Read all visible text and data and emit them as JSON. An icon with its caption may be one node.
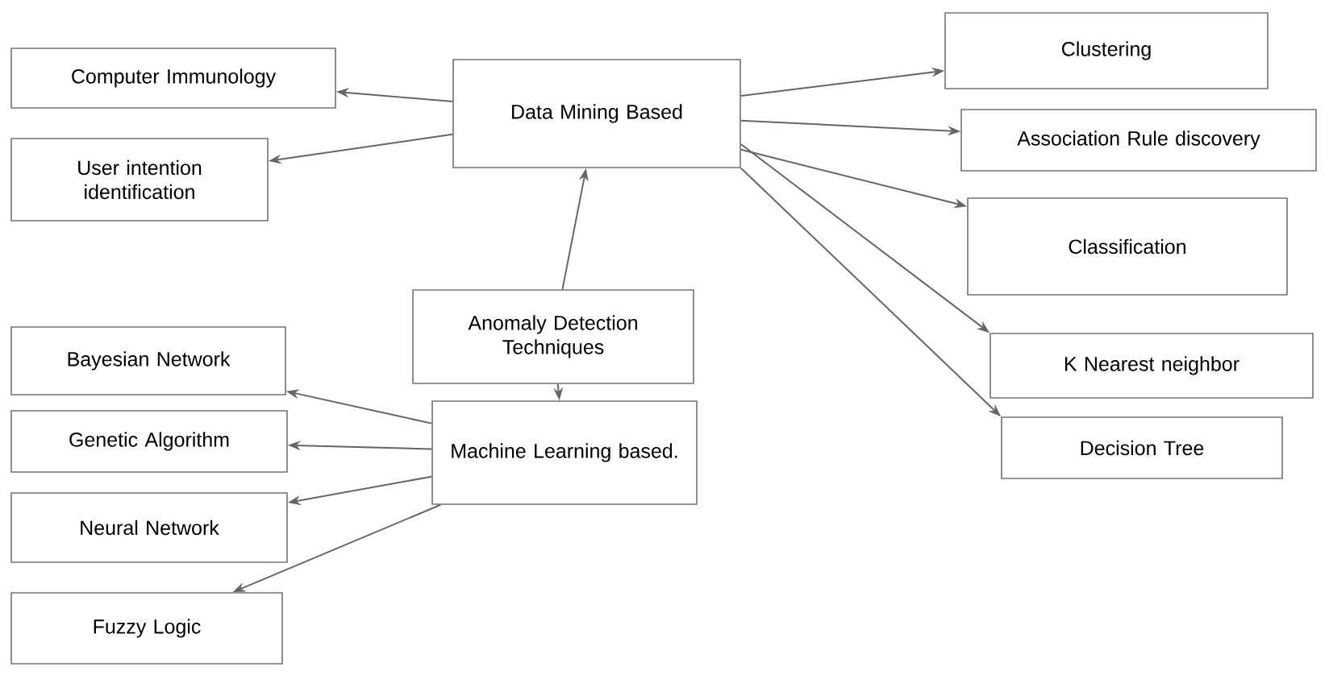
{
  "diagram": {
    "nodes": [
      {
        "text": [
          "Computer Immunology"
        ]
      },
      {
        "text": [
          "User intention identification"
        ]
      },
      {
        "text": [
          "Data Mining Based"
        ]
      },
      {
        "text": [
          "Clustering"
        ]
      },
      {
        "text": [
          "Association Rule discovery"
        ]
      },
      {
        "text": [
          "Classification"
        ]
      },
      {
        "text": [
          "K Nearest neighbor"
        ]
      },
      {
        "text": [
          "Decision Tree"
        ]
      },
      {
        "text": [
          "Anomaly Detection Techniques"
        ]
      },
      {
        "text": [
          "Bayesian Network"
        ]
      },
      {
        "text": [
          "Genetic Algorithm"
        ]
      },
      {
        "text": [
          "Neural Network"
        ]
      },
      {
        "text": [
          "Fuzzy Logic"
        ]
      },
      {
        "text": [
          "Machine Learning based."
        ]
      }
    ],
    "edges": [
      {
        "from": 2,
        "to": 0,
        "arrow": "to"
      },
      {
        "from": 2,
        "to": 1,
        "arrow": "to"
      },
      {
        "from": 2,
        "to": 3,
        "arrow": "to"
      },
      {
        "from": 2,
        "to": 4,
        "arrow": "to"
      },
      {
        "from": 2,
        "to": 5,
        "arrow": "to"
      },
      {
        "from": 2,
        "to": 6,
        "arrow": "to"
      },
      {
        "from": 2,
        "to": 7,
        "arrow": "to"
      },
      {
        "from": 8,
        "to": 2,
        "arrow": "to"
      },
      {
        "from": 8,
        "to": 13,
        "arrow": "to"
      },
      {
        "from": 13,
        "to": 9,
        "arrow": "to"
      },
      {
        "from": 13,
        "to": 10,
        "arrow": "to"
      },
      {
        "from": 13,
        "to": 11,
        "arrow": "to"
      },
      {
        "from": 13,
        "to": 12,
        "arrow": "to"
      }
    ]
  }
}
